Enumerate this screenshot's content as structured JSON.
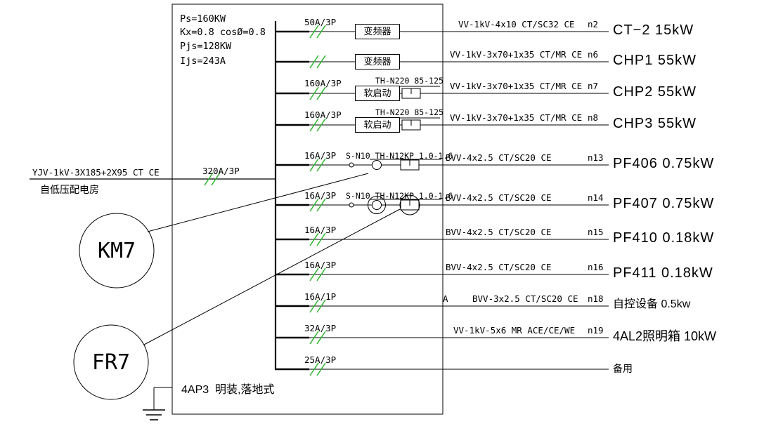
{
  "colors": {
    "line": "#000000",
    "breaker_switch": "#2bb52b"
  },
  "panel_info": {
    "l1": "Ps=160KW",
    "l2": "Kx=0.8 cosØ=0.8",
    "l3": "Pjs=128KW",
    "l4": "Ijs=243A"
  },
  "incoming": {
    "cable": "YJV-1kV-3X185+2X95 CT CE",
    "source": "自低压配电房",
    "breaker": "320A/3P"
  },
  "annotations": {
    "contactor": "KM7",
    "relay": "FR7"
  },
  "footer": {
    "panel_name": "4AP3  明装,落地式"
  },
  "circuits": [
    {
      "breaker": "50A/3P",
      "device": "变频器",
      "aux": "",
      "cable": "VV-1kV-4x10 CT/SC32 CE",
      "num": "n2",
      "load": "CT−2 15kW"
    },
    {
      "breaker": "",
      "device": "变频器",
      "aux": "",
      "cable": "VV-1kV-3x70+1x35 CT/MR CE",
      "num": "n6",
      "load": "CHP1 55kW"
    },
    {
      "breaker": "160A/3P",
      "device": "软启动",
      "aux": "TH-N220 85-125",
      "cable": "VV-1kV-3x70+1x35 CT/MR CE",
      "num": "n7",
      "load": "CHP2 55kW"
    },
    {
      "breaker": "160A/3P",
      "device": "软启动",
      "aux": "TH-N220 85-125",
      "cable": "VV-1kV-3x70+1x35 CT/MR CE",
      "num": "n8",
      "load": "CHP3 55kW"
    },
    {
      "breaker": "16A/3P",
      "device": "",
      "aux": "S-N10 TH-N12KP 1.0-1.6",
      "cable": "BVV-4x2.5 CT/SC20 CE",
      "num": "n13",
      "load": "PF406 0.75kW"
    },
    {
      "breaker": "16A/3P",
      "device": "",
      "aux": "S-N10 TH-N12KP 1.0-1.6",
      "cable": "BVV-4x2.5 CT/SC20 CE",
      "num": "n14",
      "load": "PF407 0.75kW"
    },
    {
      "breaker": "16A/3P",
      "device": "",
      "aux": "",
      "cable": "BVV-4x2.5 CT/SC20 CE",
      "num": "n15",
      "load": "PF410 0.18kW"
    },
    {
      "breaker": "16A/3P",
      "device": "",
      "aux": "",
      "cable": "BVV-4x2.5 CT/SC20 CE",
      "num": "n16",
      "load": "PF411 0.18kW"
    },
    {
      "breaker": "16A/1P",
      "device": "",
      "aux": "A",
      "cable": "BVV-3x2.5 CT/SC20 CE",
      "num": "n18",
      "load": "自控设备 0.5kw"
    },
    {
      "breaker": "32A/3P",
      "device": "",
      "aux": "",
      "cable": "VV-1kV-5x6 MR ACE/CE/WE",
      "num": "n19",
      "load": "4AL2照明箱 10kW"
    },
    {
      "breaker": "25A/3P",
      "device": "",
      "aux": "",
      "cable": "",
      "num": "",
      "load": "备用"
    }
  ]
}
